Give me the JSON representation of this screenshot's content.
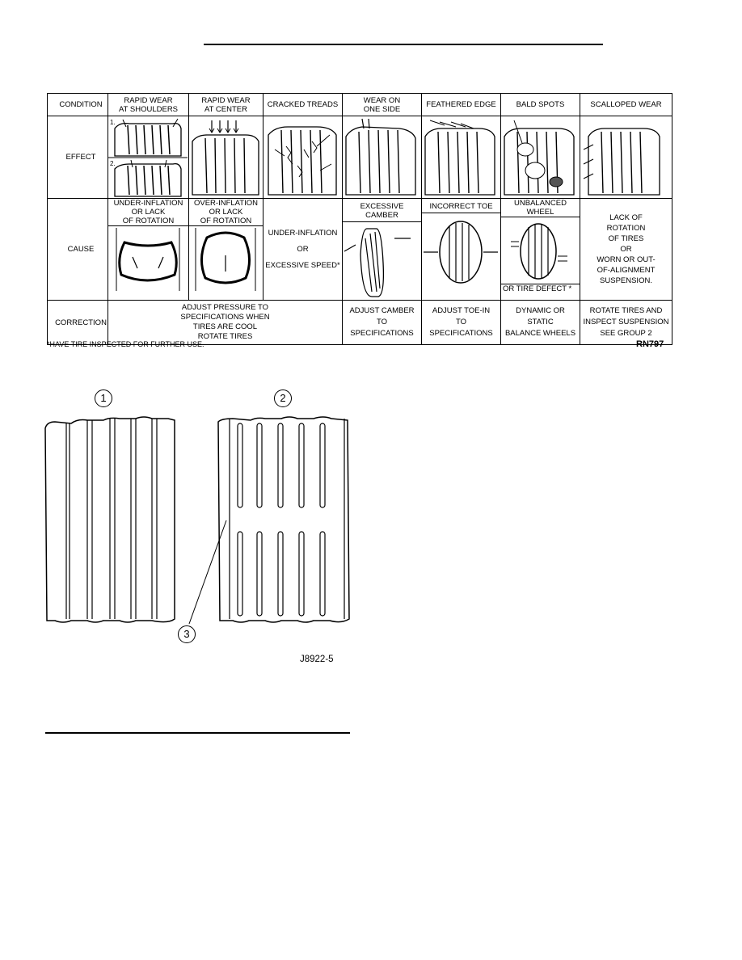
{
  "table": {
    "headers": {
      "condition": "CONDITION",
      "columns": [
        "RAPID WEAR\nAT  SHOULDERS",
        "RAPID WEAR\nAT CENTER",
        "CRACKED TREADS",
        "WEAR ON\nONE SIDE",
        "FEATHERED EDGE",
        "BALD SPOTS",
        "SCALLOPED   WEAR"
      ]
    },
    "rows": {
      "effect": "EFFECT",
      "cause": "CAUSE",
      "correction": "CORRECTION"
    },
    "effect_markers": [
      "1.",
      "2."
    ],
    "causes": {
      "shoulders": "UNDER-INFLATION\nOR LACK\nOF ROTATION",
      "center": "OVER-INFLATION\nOR LACK\nOF ROTATION",
      "cracked": "UNDER-INFLATION\nOR\nEXCESSIVE SPEED*",
      "camber": "EXCESSIVE CAMBER",
      "toe": "INCORRECT TOE",
      "unbalanced": "UNBALANCED\nWHEEL",
      "unbalanced_footer": "OR  TIRE  DEFECT *",
      "scalloped": "LACK   OF\nROTATION\nOF   TIRES\nOR\nWORN OR OUT-\nOF-ALIGNMENT\nSUSPENSION."
    },
    "corrections": {
      "pressure": "ADJUST PRESSURE TO\nSPECIFICATIONS WHEN\nTIRES ARE COOL\nROTATE TIRES",
      "camber": "ADJUST CAMBER\nTO\nSPECIFICATIONS",
      "toe": "ADJUST TOE-IN\nTO\nSPECIFICATIONS",
      "balance": "DYNAMIC OR\nSTATIC\nBALANCE WHEELS",
      "rotate": "ROTATE TIRES AND\nINSPECT SUSPENSION\nSEE GROUP 2"
    }
  },
  "footnote": "*HAVE TIRE INSPECTED FOR FURTHER USE.",
  "figure1_code": "RN797",
  "figure2": {
    "callouts": [
      "1",
      "2",
      "3"
    ],
    "code": "J8922-5"
  }
}
